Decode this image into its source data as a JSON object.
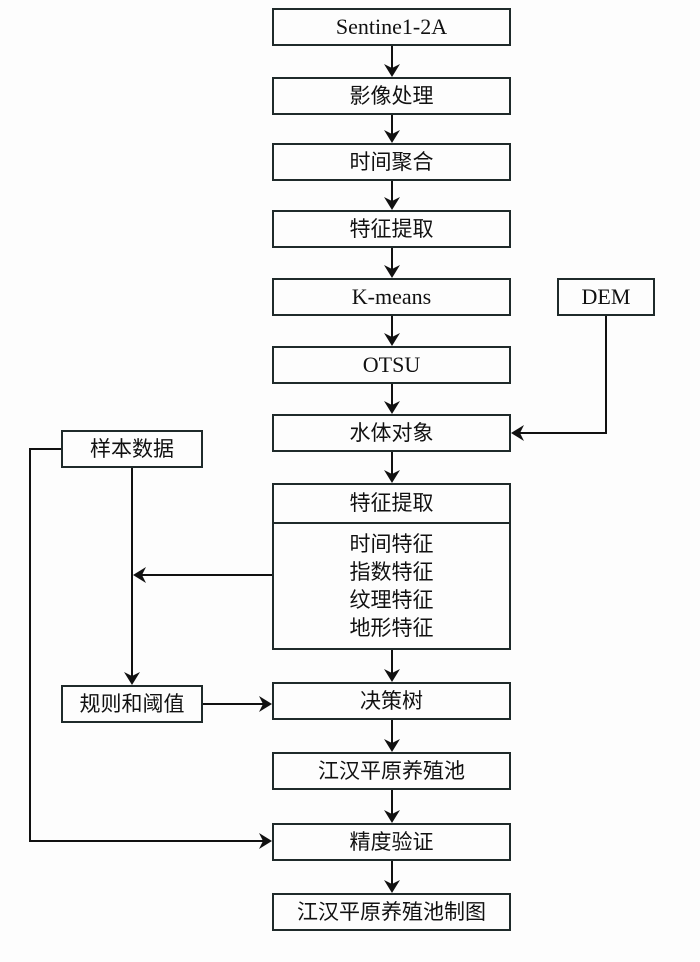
{
  "diagram": {
    "main_flow": [
      {
        "id": "sentinel",
        "label": "Sentine1-2A"
      },
      {
        "id": "image-processing",
        "label": "影像处理"
      },
      {
        "id": "temporal-aggregation",
        "label": "时间聚合"
      },
      {
        "id": "feature-extraction-1",
        "label": "特征提取"
      },
      {
        "id": "kmeans",
        "label": "K-means"
      },
      {
        "id": "otsu",
        "label": "OTSU"
      },
      {
        "id": "water-objects",
        "label": "水体对象"
      },
      {
        "id": "feature-extraction-2",
        "label": "特征提取",
        "items": [
          "时间特征",
          "指数特征",
          "纹理特征",
          "地形特征"
        ]
      },
      {
        "id": "decision-tree",
        "label": "决策树"
      },
      {
        "id": "jianghan-ponds",
        "label": "江汉平原养殖池"
      },
      {
        "id": "accuracy-validation",
        "label": "精度验证"
      },
      {
        "id": "jianghan-mapping",
        "label": "江汉平原养殖池制图"
      }
    ],
    "side_nodes": {
      "dem": {
        "label": "DEM"
      },
      "sample_data": {
        "label": "样本数据"
      },
      "rules_thresholds": {
        "label": "规则和阈值"
      }
    },
    "edges": [
      [
        "sentinel",
        "image-processing"
      ],
      [
        "image-processing",
        "temporal-aggregation"
      ],
      [
        "temporal-aggregation",
        "feature-extraction-1"
      ],
      [
        "feature-extraction-1",
        "kmeans"
      ],
      [
        "kmeans",
        "otsu"
      ],
      [
        "otsu",
        "water-objects"
      ],
      [
        "dem",
        "water-objects"
      ],
      [
        "water-objects",
        "feature-extraction-2"
      ],
      [
        "feature-extraction-2",
        "sample-data-line"
      ],
      [
        "sample_data",
        "rules_thresholds"
      ],
      [
        "rules_thresholds",
        "decision-tree"
      ],
      [
        "feature-extraction-2",
        "decision-tree"
      ],
      [
        "decision-tree",
        "jianghan-ponds"
      ],
      [
        "jianghan-ponds",
        "accuracy-validation"
      ],
      [
        "sample_data",
        "accuracy-validation"
      ],
      [
        "accuracy-validation",
        "jianghan-mapping"
      ]
    ]
  }
}
